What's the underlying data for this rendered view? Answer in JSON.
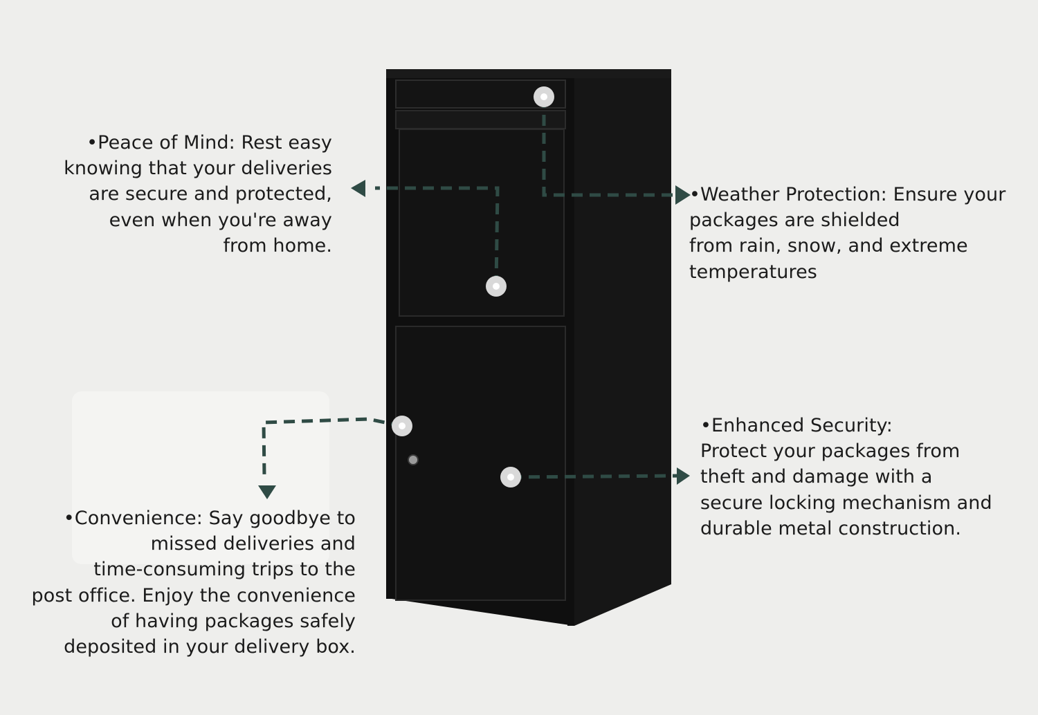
{
  "colors": {
    "background": "#eeeeec",
    "connector": "#2f4b45",
    "cabinet": "#111111",
    "marker": "#d7d7d7"
  },
  "notes": {
    "peace_of_mind": {
      "lines": [
        "•Peace of Mind: Rest easy",
        "knowing that your deliveries",
        "are secure and protected,",
        "even when you're away",
        "from home."
      ]
    },
    "weather_protection": {
      "lines": [
        "•Weather Protection: Ensure your",
        "packages are shielded",
        "from rain, snow, and extreme",
        "temperatures"
      ]
    },
    "enhanced_security": {
      "lines": [
        "•Enhanced Security:",
        "Protect your packages from",
        "theft and damage with a",
        "secure locking mechanism and",
        "durable metal construction."
      ]
    },
    "convenience": {
      "lines": [
        "•Convenience: Say goodbye to",
        "missed deliveries and",
        "time-consuming trips to the",
        "post office. Enjoy the convenience",
        "of having packages safely",
        "deposited in your delivery box."
      ]
    }
  },
  "icons": {
    "markers": "hotspot-marker-icon",
    "arrows": "arrowhead-icon"
  }
}
